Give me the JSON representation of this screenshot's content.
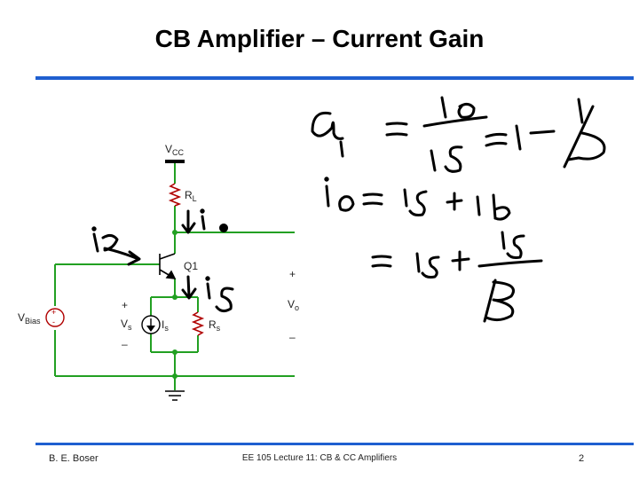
{
  "slide": {
    "title": "CB Amplifier – Current Gain",
    "footer_left": "B. E. Boser",
    "footer_center": "EE 105 Lecture 11: CB & CC Amplifiers",
    "footer_right": "2"
  },
  "circuit": {
    "vcc": "V",
    "vcc_sub": "CC",
    "rl": "R",
    "rl_sub": "L",
    "q1": "Q1",
    "vbias": "V",
    "vbias_sub": "Bias",
    "vs_plus": "+",
    "vs": "V",
    "vs_sub": "s",
    "vs_minus": "–",
    "is": "I",
    "is_sub": "s",
    "rs": "R",
    "rs_sub": "s",
    "vo_plus": "+",
    "vo": "V",
    "vo_sub": "o",
    "vo_minus": "–"
  },
  "colors": {
    "accent": "#1f5fd0",
    "wire": "#22a022"
  }
}
